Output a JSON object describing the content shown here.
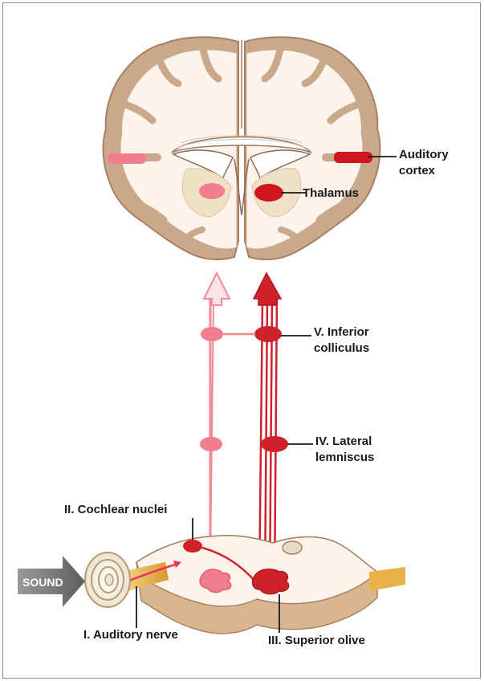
{
  "labels": {
    "auditory_cortex": [
      "Auditory",
      "cortex"
    ],
    "thalamus": "Thalamus",
    "inferior_colliculus": [
      "V. Inferior",
      "colliculus"
    ],
    "lateral_lemniscus": [
      "IV. Lateral",
      "lemniscus"
    ],
    "cochlear_nuclei": "II. Cochlear nuclei",
    "auditory_nerve": "I. Auditory nerve",
    "superior_olive": "III. Superior olive",
    "sound": "SOUND"
  },
  "colors": {
    "contralateral_path": "#d0202a",
    "ipsilateral_path": "#f08a95",
    "brain_fill": "#fbf3ec",
    "brain_outline": "#b08a6e",
    "nerve": "#e0a93a",
    "sound_arrow": "#7a7a7a"
  }
}
